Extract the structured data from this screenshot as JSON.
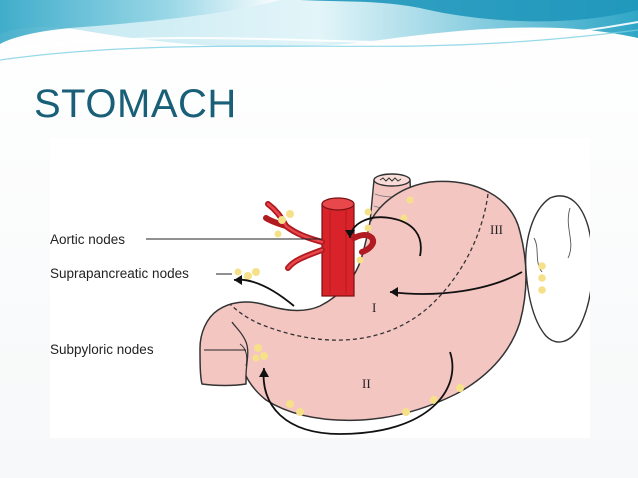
{
  "slide": {
    "title": "STOMACH"
  },
  "diagram": {
    "node_labels": {
      "aortic": "Aortic nodes",
      "suprapancreatic": "Suprapancreatic nodes",
      "subpyloric": "Subpyloric nodes"
    },
    "regions": {
      "r1": "I",
      "r2": "II",
      "r3": "III"
    }
  },
  "colors": {
    "title": "#1a5f78",
    "stomach_fill": "#f4c6c2",
    "aorta": "#d8232a",
    "lymph_node": "#f7e08a",
    "banner_teal": "#3fb3cf"
  }
}
